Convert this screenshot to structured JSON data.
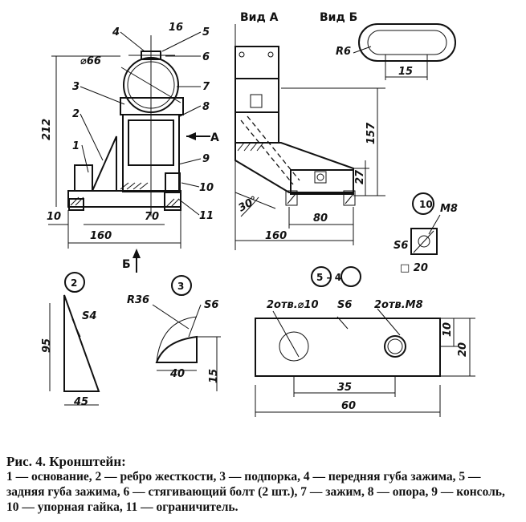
{
  "views": {
    "view_a": "Вид А",
    "view_b": "Вид Б",
    "arrow_a": "А",
    "arrow_b": "Б"
  },
  "callouts": [
    "1",
    "2",
    "3",
    "4",
    "5",
    "6",
    "7",
    "8",
    "9",
    "10",
    "11"
  ],
  "dimensions": {
    "main_width": "160",
    "main_left": "10",
    "main_base": "70",
    "main_height": "212",
    "clamp_diameter": "⌀66",
    "lip_width": "16",
    "side_width": "160",
    "side_80": "80",
    "side_157": "157",
    "side_27": "27",
    "side_angle": "30°",
    "slot_radius": "R6",
    "slot_width": "15",
    "nut_thread": "M8",
    "nut_s": "S6",
    "nut_square": "□ 20",
    "rib_s": "S4",
    "rib_height": "95",
    "rib_width": "45",
    "prop_radius": "R36",
    "prop_s": "S6",
    "prop_width": "40",
    "prop_height": "15",
    "jaw_holes_left": "2отв.⌀10",
    "jaw_s": "S6",
    "jaw_holes_right": "2отв.М8",
    "jaw_35": "35",
    "jaw_60": "60",
    "jaw_10": "10",
    "jaw_20": "20"
  },
  "part_ids": {
    "rib": "2",
    "prop": "3",
    "jaw": "5 – 4",
    "nut": "10"
  },
  "caption": {
    "title": "Рис. 4. Кронштейн:",
    "body": "1 — основание, 2 — ребро жесткости, 3 — подпорка, 4 — передняя губа зажима, 5 — задняя губа зажима, 6 — стягивающий болт (2 шт.), 7 — зажим, 8 — опора, 9 — консоль, 10 — упорная гайка, 11 — ограничитель."
  }
}
